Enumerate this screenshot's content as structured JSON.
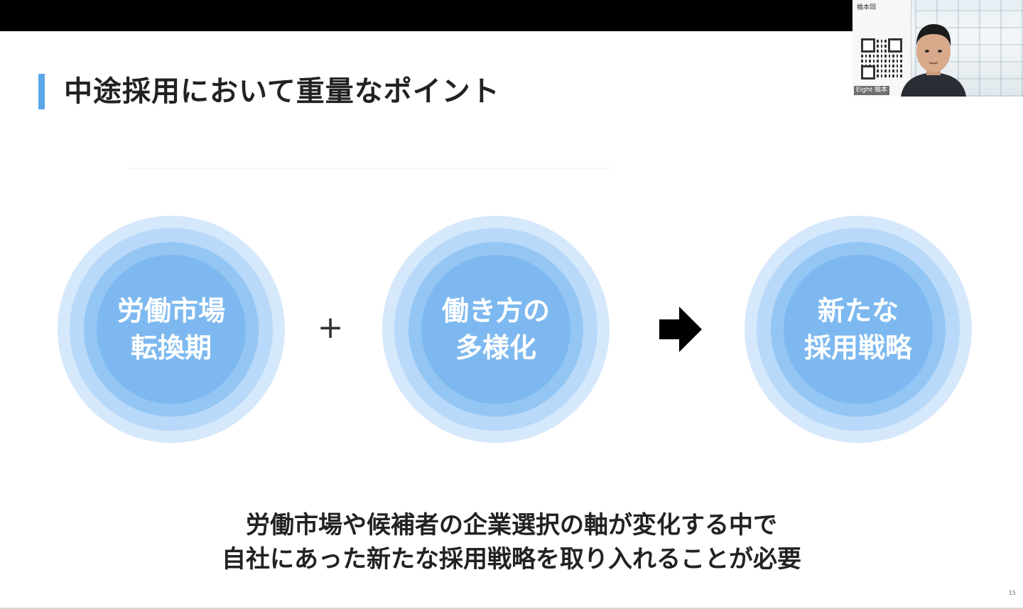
{
  "slide": {
    "title": "中途採用において重量なポイント",
    "circles": [
      {
        "line1": "労働市場",
        "line2": "転換期"
      },
      {
        "line1": "働き方の",
        "line2": "多様化"
      },
      {
        "line1": "新たな",
        "line2": "採用戦略"
      }
    ],
    "operator": "+",
    "conclusion_line1": "労働市場や候補者の企業選択の軸が変化する中で",
    "conclusion_line2": "自社にあった新たな採用戦略を取り入れることが必要",
    "page_number": "15"
  },
  "video": {
    "card_name": "橋本岡",
    "caption": "Eight 橋本"
  },
  "colors": {
    "accent": "#5ba7e8",
    "circle_outer": "#d6e8fb",
    "circle_inner": "#7db9f0",
    "top_bar": "#000000"
  }
}
